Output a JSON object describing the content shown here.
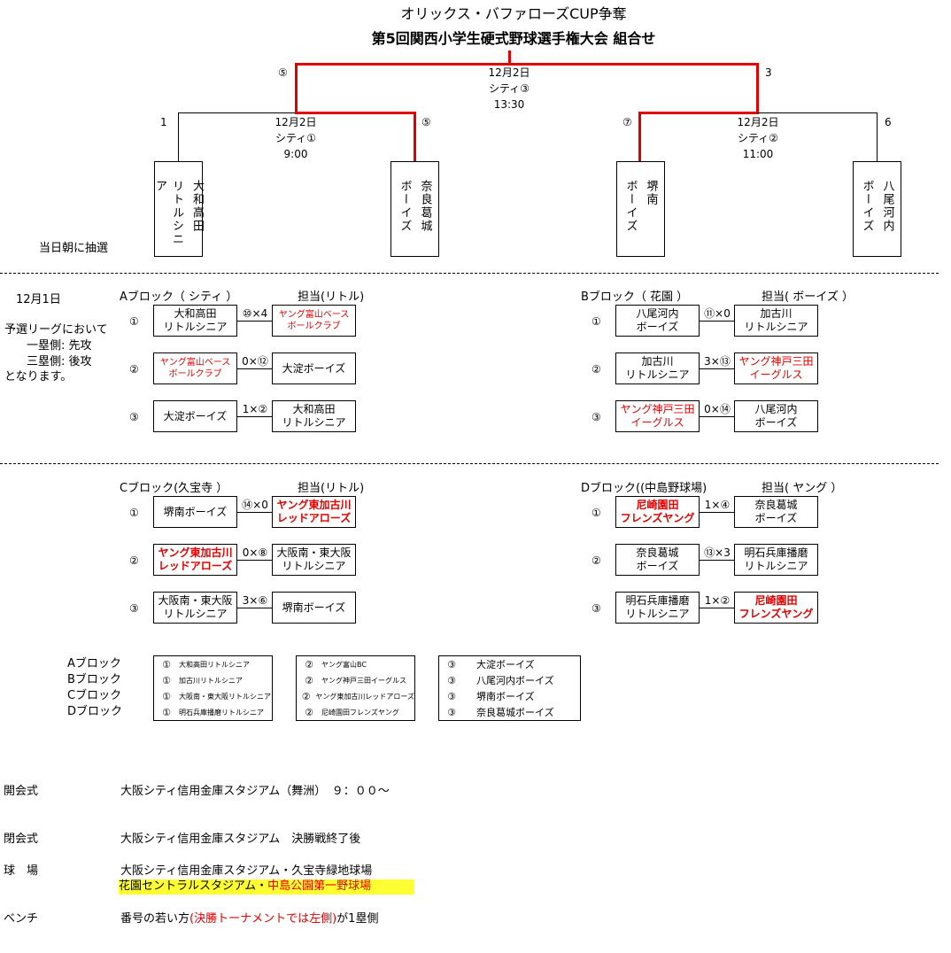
{
  "title": {
    "line1": "オリックス・バファローズCUP争奪",
    "line2": "第5回関西小学生硬式野球選手権大会 組合せ"
  },
  "final": {
    "date": "12月2日",
    "venue": "シティ③",
    "time": "13:30",
    "left_num": "⑤",
    "right_num": "3"
  },
  "semi_left": {
    "date": "12月2日",
    "venue": "シティ①",
    "time": "9:00",
    "left_num": "1",
    "right_num": "⑤"
  },
  "semi_right": {
    "date": "12月2日",
    "venue": "シティ②",
    "time": "11:00",
    "left_num": "⑦",
    "right_num": "6"
  },
  "bracket_teams": [
    {
      "col1": "大和高田",
      "col2": "リトルシニア"
    },
    {
      "col1": "奈良葛城",
      "col2": "ボーイズ"
    },
    {
      "col1": "堺南",
      "col2": "ボーイズ"
    },
    {
      "col1": "八尾河内",
      "col2": "ボーイズ"
    }
  ],
  "lottery_note": "当日朝に抽選",
  "league": {
    "date": "12月1日",
    "note1": "予選リーグにおいて",
    "note2": "一塁側: 先攻",
    "note3": "三塁側: 後攻",
    "note4": "となります。"
  },
  "blocks": {
    "A": {
      "title": "Aブロック（ シティ ）",
      "duty": "担当(リトル)",
      "games": [
        {
          "num": "①",
          "l1": "大和高田",
          "l2": "リトルシニア",
          "score": "⑩×4",
          "r1": "ヤング富山ベース",
          "r2": "ボールクラブ"
        },
        {
          "num": "②",
          "l1": "ヤング富山ベース",
          "l2": "ボールクラブ",
          "score": "0×⑫",
          "r1": "大淀ボーイズ",
          "r2": ""
        },
        {
          "num": "③",
          "l1": "大淀ボーイズ",
          "l2": "",
          "score": "1×②",
          "r1": "大和高田",
          "r2": "リトルシニア"
        }
      ]
    },
    "B": {
      "title": "Bブロック（ 花園 ）",
      "duty": "担当( ボーイズ ）",
      "games": [
        {
          "num": "①",
          "l1": "八尾河内",
          "l2": "ボーイズ",
          "score": "⑪×0",
          "r1": "加古川",
          "r2": "リトルシニア"
        },
        {
          "num": "②",
          "l1": "加古川",
          "l2": "リトルシニア",
          "score": "3×⑬",
          "r1": "ヤング神戸三田",
          "r2": "イーグルス"
        },
        {
          "num": "③",
          "l1": "ヤング神戸三田",
          "l2": "イーグルス",
          "score": "0×⑭",
          "r1": "八尾河内",
          "r2": "ボーイズ"
        }
      ]
    },
    "C": {
      "title": "Cブロック(久宝寺 ）",
      "duty": "担当(リトル)",
      "games": [
        {
          "num": "①",
          "l1": "堺南ボーイズ",
          "l2": "",
          "score": "⑭×0",
          "r1": "ヤング東加古川",
          "r2": "レッドアローズ"
        },
        {
          "num": "②",
          "l1": "ヤング東加古川",
          "l2": "レッドアローズ",
          "score": "0×⑧",
          "r1": "大阪南・東大阪",
          "r2": "リトルシニア"
        },
        {
          "num": "③",
          "l1": "大阪南・東大阪",
          "l2": "リトルシニア",
          "score": "3×⑥",
          "r1": "堺南ボーイズ",
          "r2": ""
        }
      ]
    },
    "D": {
      "title": "Dブロック((中島野球場)",
      "duty": "担当( ヤング ）",
      "games": [
        {
          "num": "①",
          "l1": "尼崎園田",
          "l2": "フレンズヤング",
          "score": "1×④",
          "r1": "奈良葛城",
          "r2": "ボーイズ"
        },
        {
          "num": "②",
          "l1": "奈良葛城",
          "l2": "ボーイズ",
          "score": "⑬×3",
          "r1": "明石兵庫播磨",
          "r2": "リトルシニア"
        },
        {
          "num": "③",
          "l1": "明石兵庫播磨",
          "l2": "リトルシニア",
          "score": "1×②",
          "r1": "尼崎園田",
          "r2": "フレンズヤング"
        }
      ]
    }
  },
  "summary": {
    "labels": [
      "Aブロック",
      "Bブロック",
      "Cブロック",
      "Dブロック"
    ],
    "col1": [
      {
        "num": "①",
        "name": "大和高田リトルシニア"
      },
      {
        "num": "①",
        "name": "加古川リトルシニア"
      },
      {
        "num": "①",
        "name": "大阪南・東大阪リトルシニア"
      },
      {
        "num": "①",
        "name": "明石兵庫播磨リトルシニア"
      }
    ],
    "col2": [
      {
        "num": "②",
        "name": "ヤング富山BC"
      },
      {
        "num": "②",
        "name": "ヤング神戸三田イーグルス"
      },
      {
        "num": "②",
        "name": "ヤング東加古川レッドアローズ"
      },
      {
        "num": "②",
        "name": "尼崎園田フレンズヤング"
      }
    ],
    "col3": [
      {
        "num": "③",
        "name": "大淀ボーイズ"
      },
      {
        "num": "③",
        "name": "八尾河内ボーイズ"
      },
      {
        "num": "③",
        "name": "堺南ボーイズ"
      },
      {
        "num": "③",
        "name": "奈良葛城ボーイズ"
      }
    ]
  },
  "info": {
    "opening_label": "開会式",
    "opening_value": "大阪シティ信用金庫スタジアム（舞洲）　９：００～",
    "closing_label": "閉会式",
    "closing_value": "大阪シティ信用金庫スタジアム　決勝戦終了後",
    "field_label": "球　場",
    "field_value1": "大阪シティ信用金庫スタジアム・久宝寺緑地球場",
    "field_value2a": "花園セントラルスタジアム・",
    "field_value2b": "中島公園第一野球場",
    "bench_label": "ベンチ",
    "bench_value_a": "番号の若い方",
    "bench_value_b": "(決勝トーナメントでは左側)",
    "bench_value_c": "が1塁側"
  },
  "colors": {
    "winner_line": "#e00000",
    "highlight": "#ffff33",
    "red_text": "#e00000"
  }
}
